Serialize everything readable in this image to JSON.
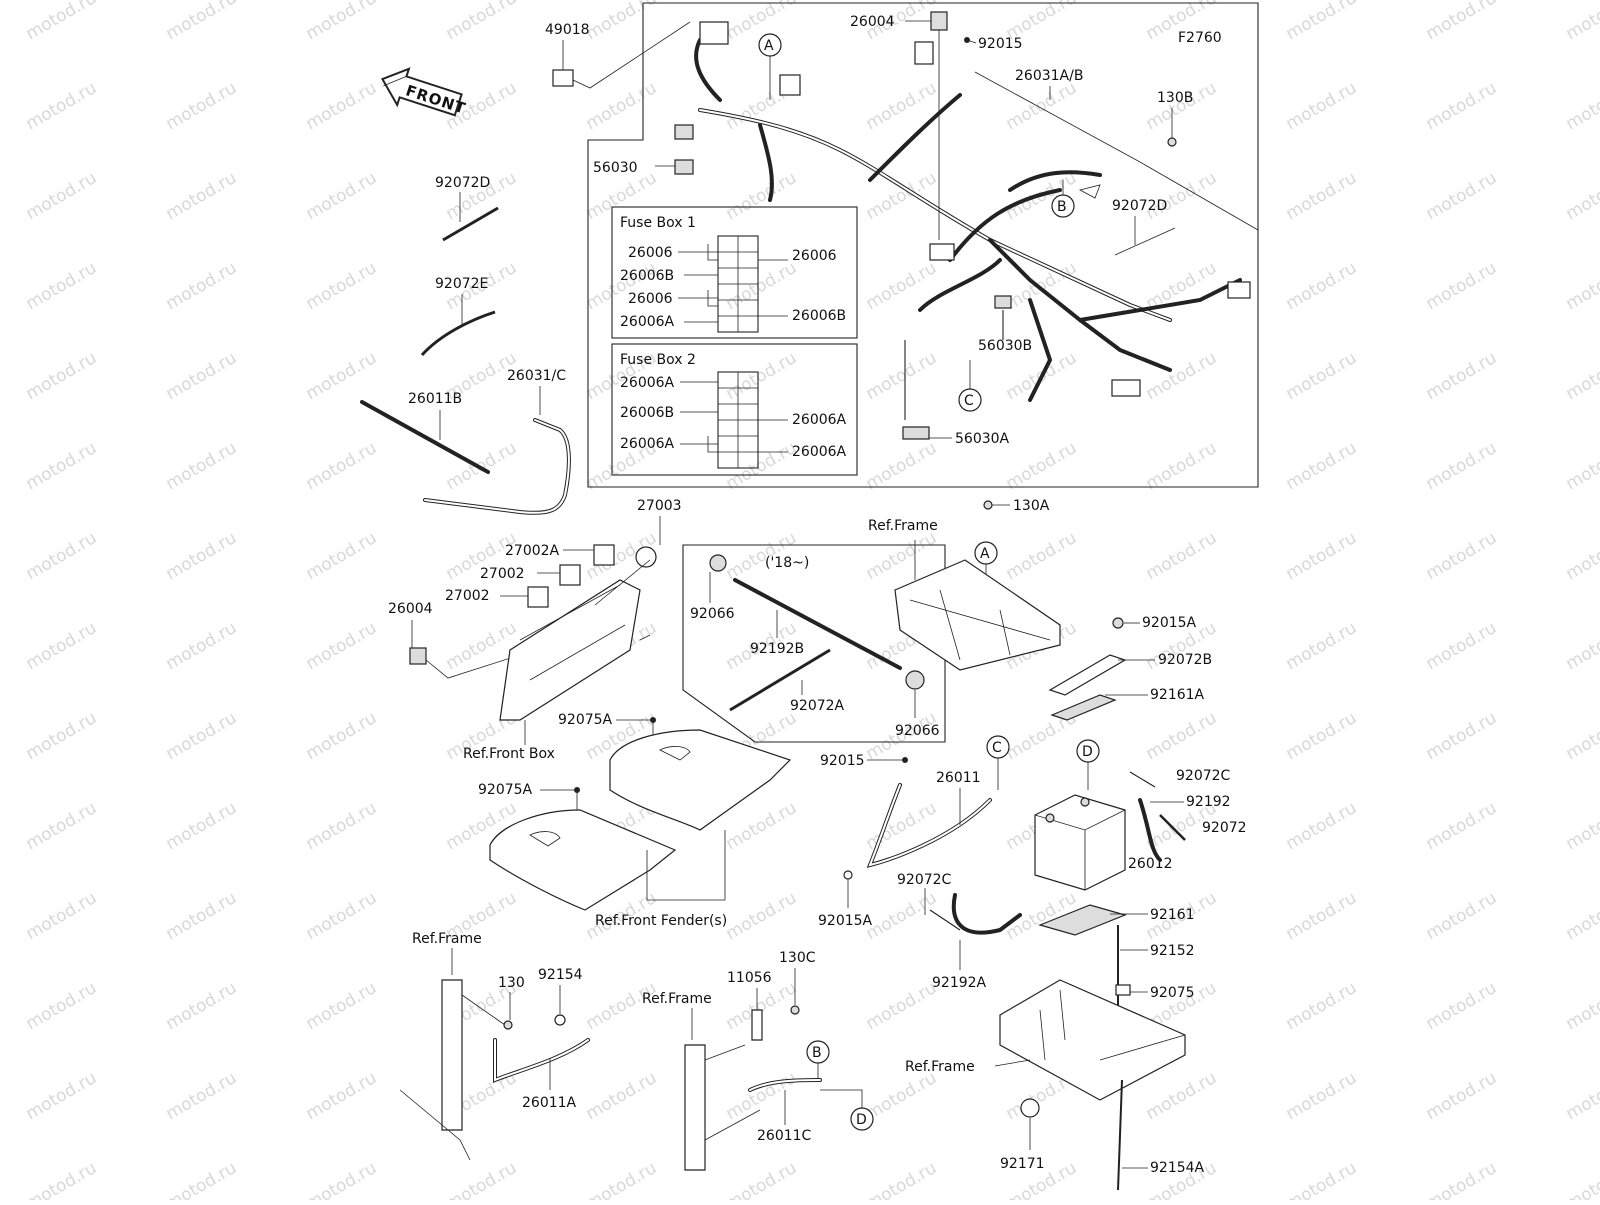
{
  "figure_code": "F2760",
  "front_arrow": "FRONT",
  "watermark": "motod.ru",
  "fuse_box_1": {
    "title": "Fuse Box 1",
    "left_labels": [
      "26006",
      "26006B",
      "26006",
      "26006A"
    ],
    "right_labels": [
      "26006",
      "26006B"
    ]
  },
  "fuse_box_2": {
    "title": "Fuse Box 2",
    "left_labels": [
      "26006A",
      "26006B",
      "26006A"
    ],
    "right_labels": [
      "26006A",
      "26006A"
    ]
  },
  "callouts": [
    "A",
    "B",
    "C",
    "D"
  ],
  "year_note": "('18~)",
  "ref_labels": {
    "frame": "Ref.Frame",
    "front_box": "Ref.Front Box",
    "front_fenders": "Ref.Front Fender(s)"
  },
  "part_labels": {
    "p49018": "49018",
    "p26004_top": "26004",
    "p92015_top": "92015",
    "p26031ab": "26031A/B",
    "p130b": "130B",
    "p56030": "56030",
    "p92072d_left": "92072D",
    "p92072d_right": "92072D",
    "p92072e": "92072E",
    "p56030b": "56030B",
    "p26011b": "26011B",
    "p26031c": "26031/C",
    "p56030a": "56030A",
    "p27003": "27003",
    "p27002a": "27002A",
    "p27002_1": "27002",
    "p27002_2": "27002",
    "p26004_left": "26004",
    "p92066_1": "92066",
    "p92192b": "92192B",
    "p92072a": "92072A",
    "p92066_2": "92066",
    "p130a": "130A",
    "p92015a_r": "92015A",
    "p92072b": "92072B",
    "p92161a": "92161A",
    "p92075a_1": "92075A",
    "p92075a_2": "92075A",
    "p92015_mid": "92015",
    "p26011": "26011",
    "p92072c_r": "92072C",
    "p92192": "92192",
    "p92072": "92072",
    "p26012": "26012",
    "p92015a_b": "92015A",
    "p92072c_l": "92072C",
    "p92161": "92161",
    "p92192a": "92192A",
    "p92152": "92152",
    "p92075": "92075",
    "p130": "130",
    "p92154": "92154",
    "p26011a": "26011A",
    "p11056": "11056",
    "p130c": "130C",
    "p26011c": "26011C",
    "p92171": "92171",
    "p92154a": "92154A"
  }
}
